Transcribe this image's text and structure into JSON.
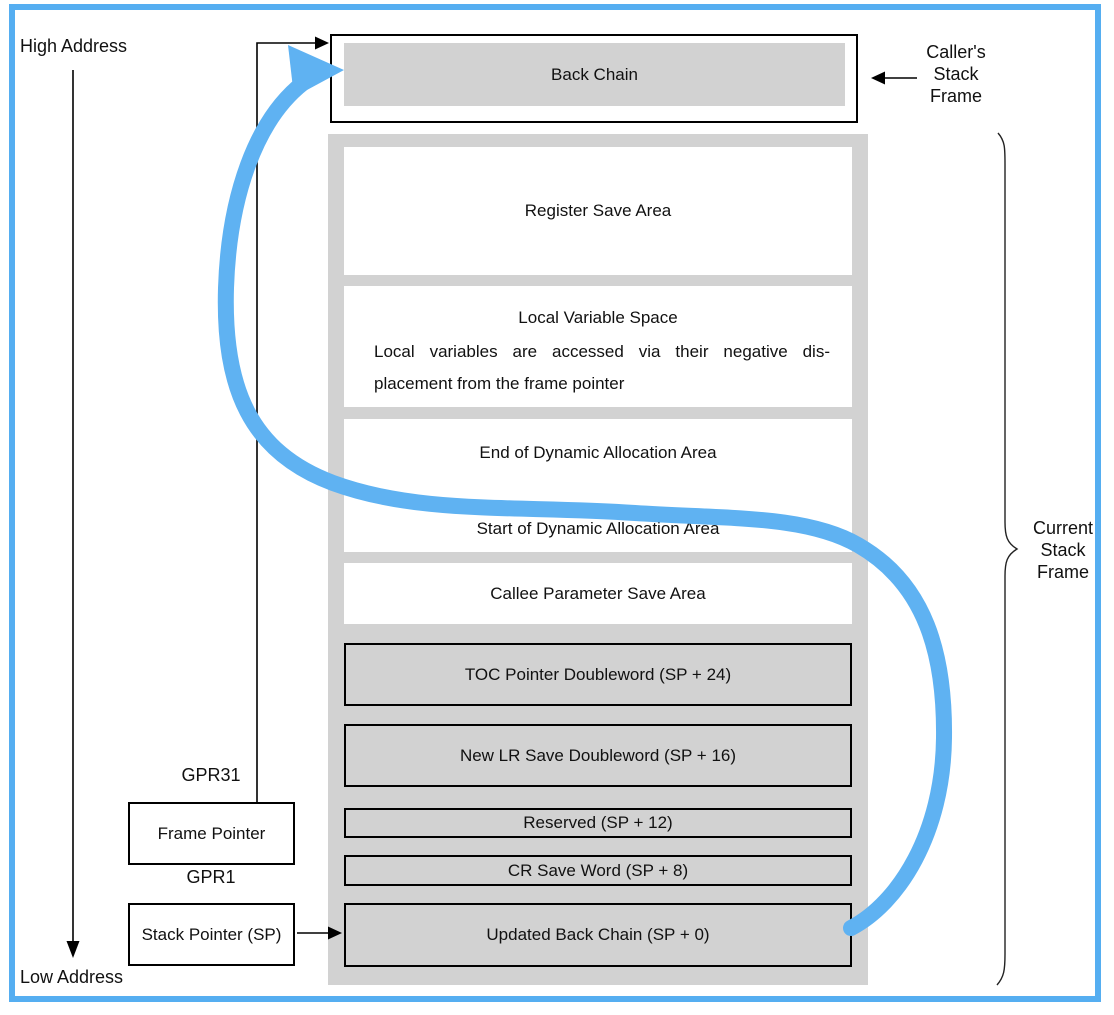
{
  "colors": {
    "accent_blue": "#55aef1",
    "curve_blue": "#5fb2f2",
    "box_gray": "#d2d2d2"
  },
  "labels": {
    "high_address": "High Address",
    "low_address": "Low Address",
    "gpr31": "GPR31",
    "gpr1": "GPR1",
    "frame_pointer": "Frame Pointer",
    "stack_pointer": "Stack Pointer (SP)",
    "back_chain": "Back Chain"
  },
  "caller_frame": {
    "line1": "Caller's",
    "line2": "Stack",
    "line3": "Frame"
  },
  "current_frame": {
    "line1": "Current",
    "line2": "Stack",
    "line3": "Frame"
  },
  "stack_slots": {
    "register_save": "Register Save Area",
    "local_variable_title": "Local Variable Space",
    "local_variable_note_line1": "Local variables are accessed via their negative dis-",
    "local_variable_note_line2": "placement from the frame pointer",
    "dynamic_end": "End of Dynamic Allocation Area",
    "dynamic_start": "Start of Dynamic Allocation Area",
    "callee_param": "Callee Parameter Save Area",
    "toc_pointer": "TOC Pointer Doubleword (SP + 24)",
    "new_lr": "New LR Save Doubleword (SP + 16)",
    "reserved": "Reserved (SP + 12)",
    "cr_save": "CR Save Word (SP + 8)",
    "updated_back_chain": "Updated Back Chain (SP + 0)"
  }
}
